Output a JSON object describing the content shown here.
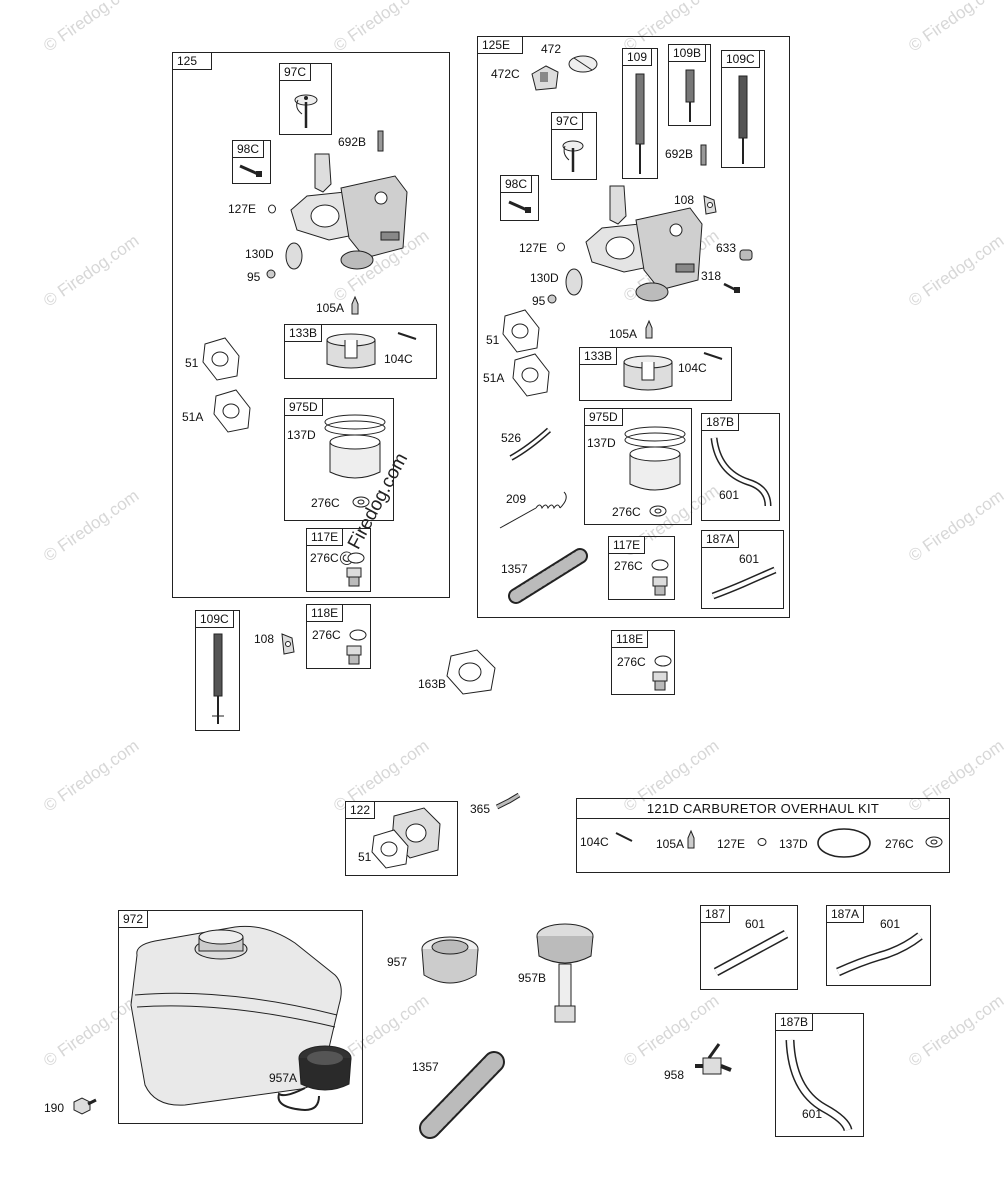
{
  "watermark": "© Firedog.com",
  "groups": {
    "g125": "125",
    "g125E": "125E",
    "g97C_a": "97C",
    "g98C_a": "98C",
    "g133B_a": "133B",
    "g975D_a": "975D",
    "g117E_a": "117E",
    "g109C_a": "109C",
    "g118E_a": "118E",
    "g97C_b": "97C",
    "g98C_b": "98C",
    "g109": "109",
    "g109B": "109B",
    "g109C_b": "109C",
    "g133B_b": "133B",
    "g975D_b": "975D",
    "g187B_a": "187B",
    "g117E_b": "117E",
    "g187A_a": "187A",
    "g118E_b": "118E",
    "g122": "122",
    "g972": "972",
    "g187": "187",
    "g187A_b": "187A",
    "g187B_b": "187B"
  },
  "labels": {
    "p692B_a": "692B",
    "p127E_a": "127E",
    "p130D_a": "130D",
    "p95_a": "95",
    "p105A_a": "105A",
    "p51_a": "51",
    "p104C_a": "104C",
    "p51A_a": "51A",
    "p137D_a": "137D",
    "p276C_a": "276C",
    "p276C_b": "276C",
    "p108_a": "108",
    "p276C_c": "276C",
    "p163B": "163B",
    "p472": "472",
    "p472C": "472C",
    "p692B_b": "692B",
    "p108_b": "108",
    "p127E_b": "127E",
    "p633": "633",
    "p130D_b": "130D",
    "p318": "318",
    "p95_b": "95",
    "p105A_b": "105A",
    "p51_b": "51",
    "p51A_b": "51A",
    "p104C_b": "104C",
    "p526": "526",
    "p137D_b": "137D",
    "p209": "209",
    "p601_a": "601",
    "p276C_d": "276C",
    "p1357_a": "1357",
    "p276C_e": "276C",
    "p601_b": "601",
    "p276C_f": "276C",
    "p365": "365",
    "p51_c": "51",
    "p957": "957",
    "p957B": "957B",
    "p601_c": "601",
    "p601_d": "601",
    "p957A": "957A",
    "p190": "190",
    "p1357_b": "1357",
    "p958": "958",
    "p601_e": "601"
  },
  "kit": {
    "title": "121D CARBURETOR OVERHAUL KIT",
    "items": [
      "104C",
      "105A",
      "127E",
      "137D",
      "276C"
    ]
  }
}
